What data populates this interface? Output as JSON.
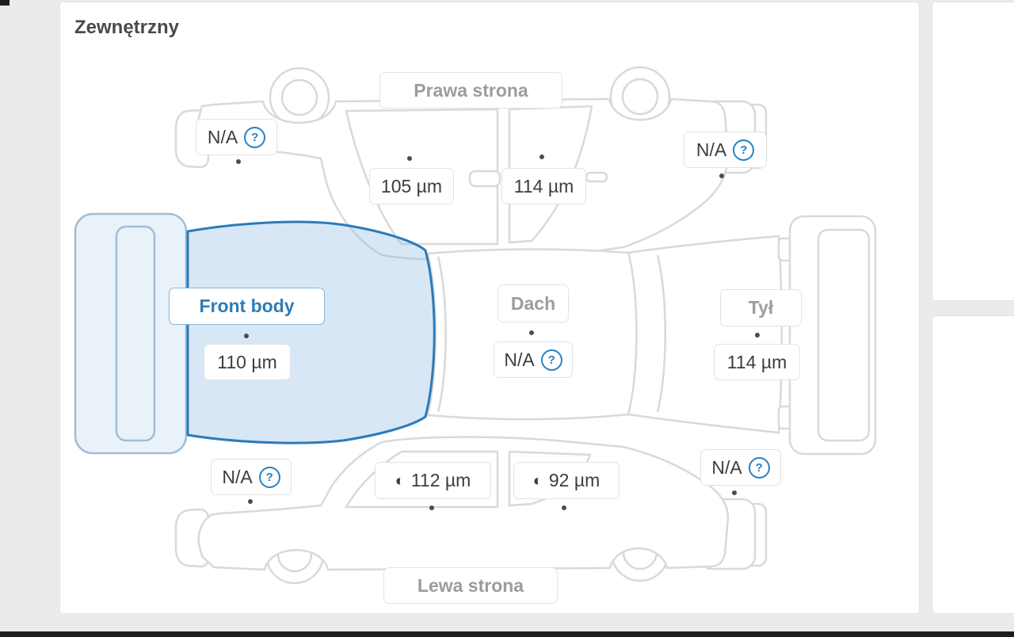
{
  "title": "Zewnętrzny",
  "icons": {
    "help": "?",
    "half_circle": "◐"
  },
  "captions": {
    "right_side": "Prawa strona",
    "left_side": "Lewa strona"
  },
  "zones": {
    "front_body": {
      "label": "Front body",
      "value": "110 µm",
      "selected": true
    },
    "roof": {
      "label": "Dach",
      "value": "N/A"
    },
    "rear": {
      "label": "Tył",
      "value": "114 µm"
    },
    "front_fender_right": {
      "value": "N/A"
    },
    "front_door_right": {
      "value": "105 µm"
    },
    "rear_door_right": {
      "value": "114 µm"
    },
    "rear_fender_right": {
      "value": "N/A"
    },
    "front_fender_left": {
      "value": "N/A"
    },
    "front_door_left": {
      "value": "112 µm"
    },
    "rear_door_left": {
      "value": "92 µm"
    },
    "rear_fender_left": {
      "value": "N/A"
    }
  },
  "colors": {
    "accent": "#2e7cb8",
    "highlight_fill": "#d9e8f5",
    "outline": "#d9d9d9"
  }
}
